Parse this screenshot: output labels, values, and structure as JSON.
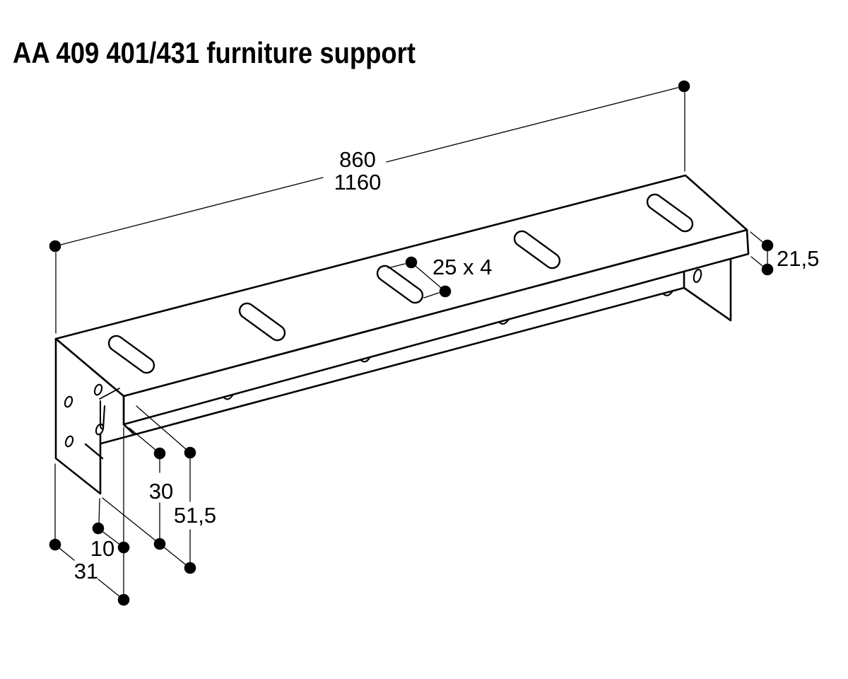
{
  "title": {
    "text": "AA 409 401/431 furniture support"
  },
  "drawing": {
    "kind": "isometric-technical-line-drawing",
    "part": "furniture support bracket",
    "line_color": "#000000",
    "background_color": "#ffffff",
    "dim_labels": {
      "length_variant_short": "860",
      "length_variant_long": "1160",
      "slot_size": "25 x 4",
      "rail_height": "21,5",
      "drop_to_rail_bottom": "30",
      "total_drop": "51,5",
      "foot_offset": "10",
      "foot_depth": "31"
    }
  }
}
